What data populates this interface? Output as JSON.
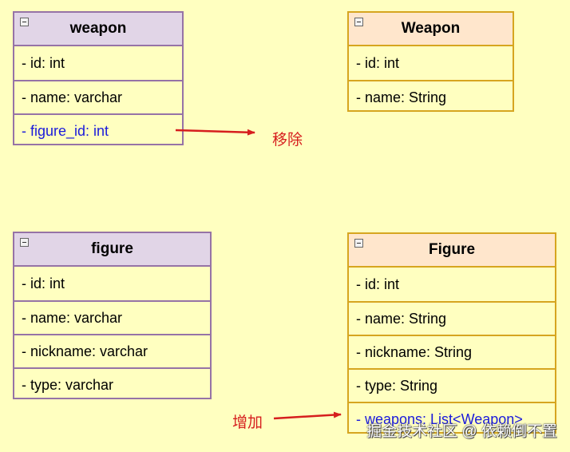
{
  "classes": {
    "weapon_table": {
      "name": "weapon",
      "fields": [
        "- id: int",
        "- name: varchar",
        "- figure_id: int"
      ]
    },
    "weapon_class": {
      "name": "Weapon",
      "fields": [
        "- id: int",
        "- name: String"
      ]
    },
    "figure_table": {
      "name": "figure",
      "fields": [
        "- id: int",
        "- name: varchar",
        "- nickname: varchar",
        "- type: varchar"
      ]
    },
    "figure_class": {
      "name": "Figure",
      "fields": [
        "- id: int",
        "- name: String",
        "- nickname: String",
        "- type: String",
        "- weapons: List<Weapon>"
      ]
    }
  },
  "annotations": {
    "remove": "移除",
    "add": "增加"
  },
  "colors": {
    "background": "#ffffc0",
    "table_border": "#9673a6",
    "table_header": "#e1d5e7",
    "class_border": "#d6a520",
    "class_header": "#ffe6cc",
    "highlight_text": "#1a1adb",
    "arrow": "#d61e1e"
  },
  "watermark": "掘金技术社区 @ 依赖倒不置"
}
